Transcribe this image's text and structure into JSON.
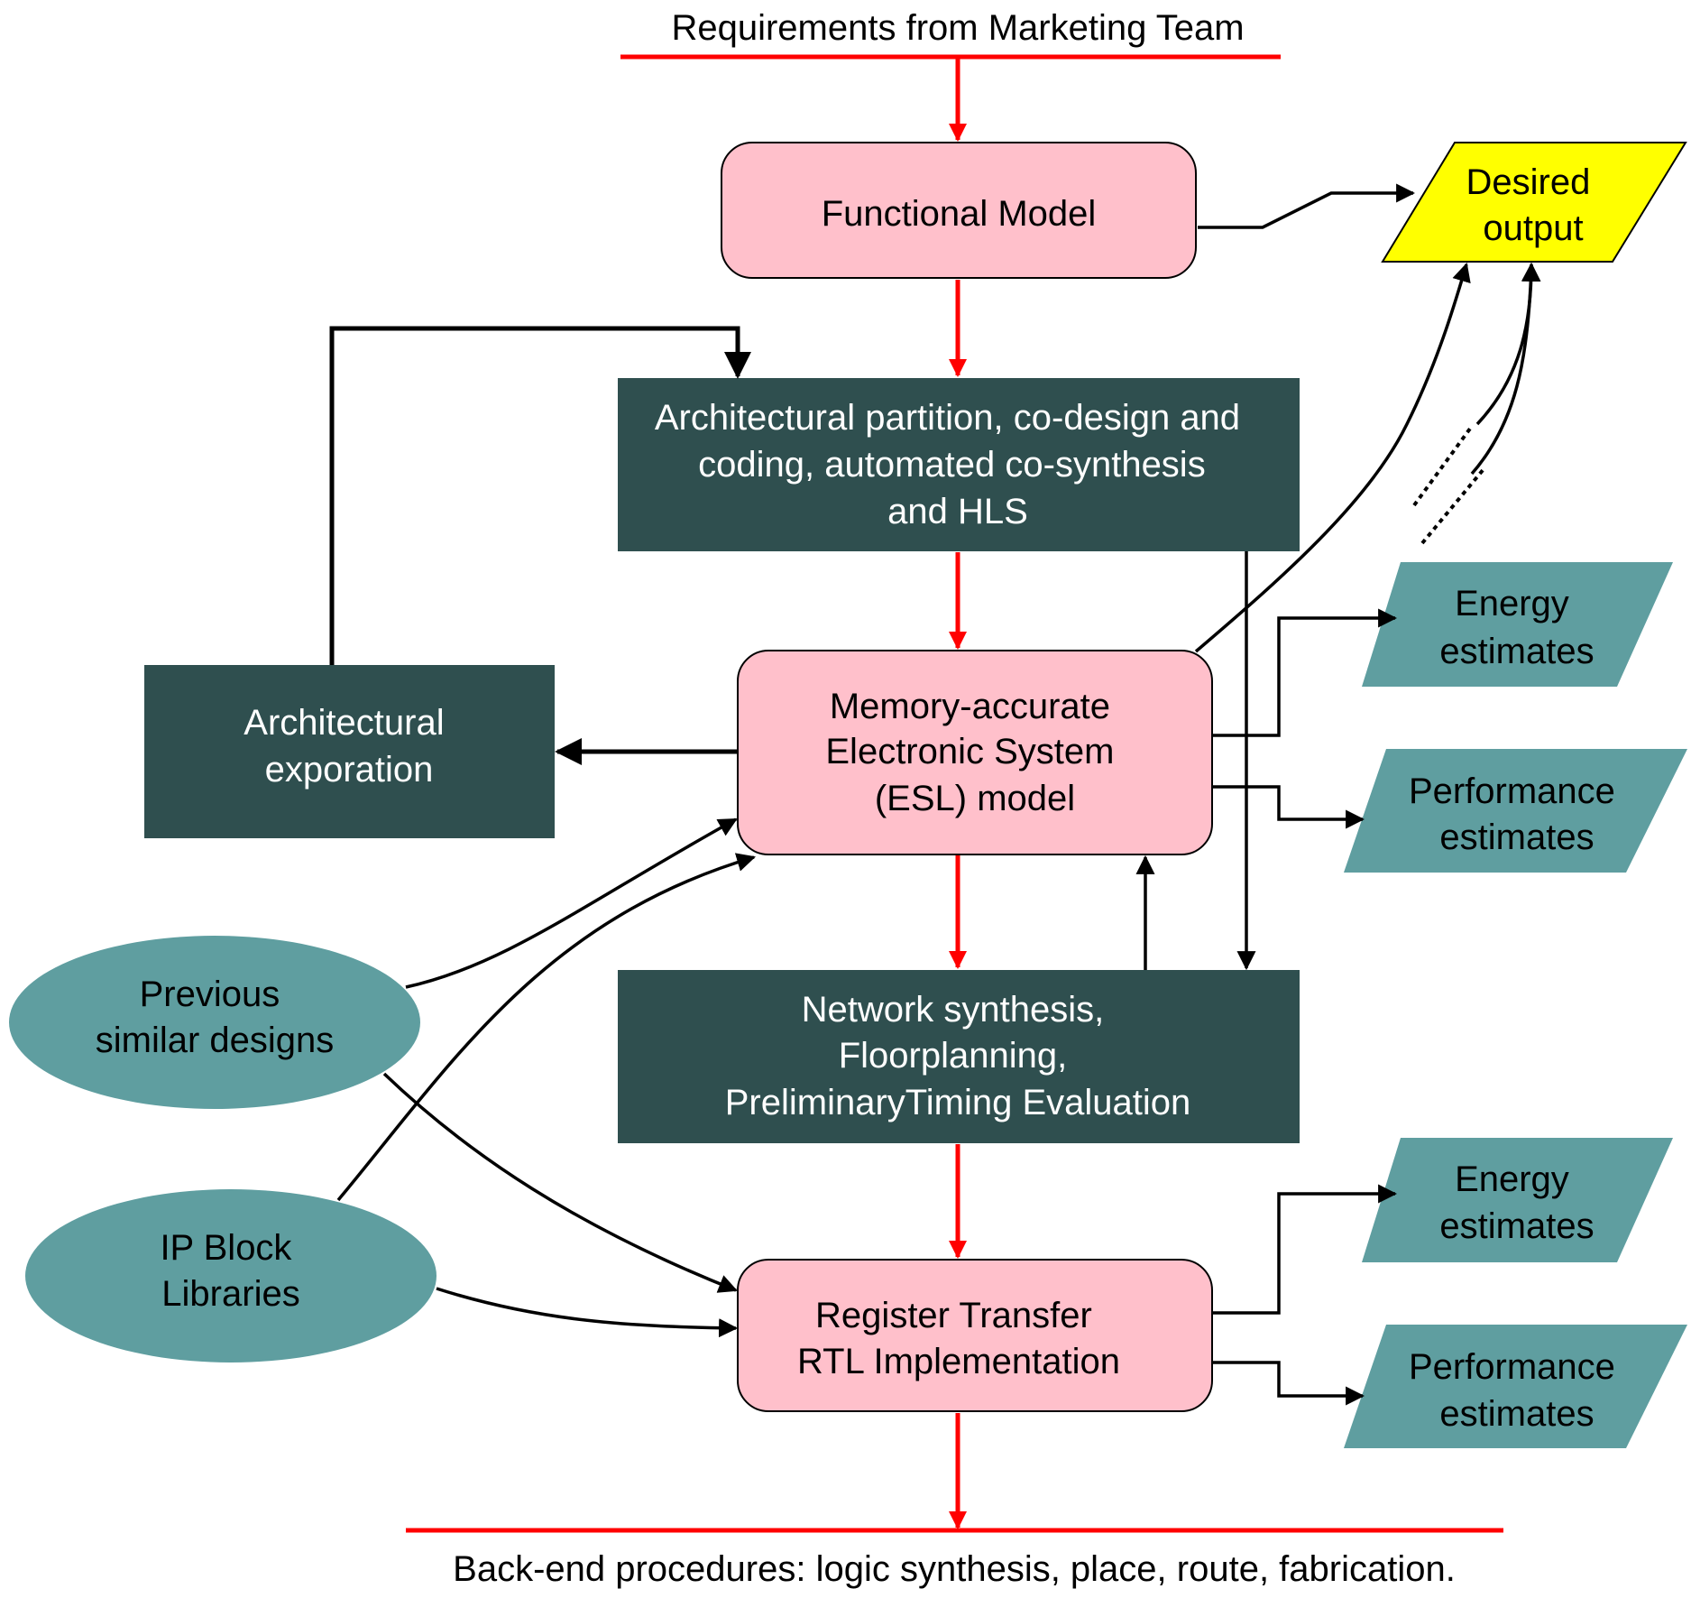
{
  "colors": {
    "pink_box": "#ffc0cb",
    "dark_box": "#2f4f4f",
    "teal_shape": "#5f9ea0",
    "yellow_output": "#ffff00",
    "flow_arrow": "#ff0000",
    "link_arrow": "#000000"
  },
  "top_label": "Requirements from Marketing Team",
  "bottom_label": "Back-end procedures: logic synthesis, place, route, fabrication.",
  "nodes": {
    "functional_model": {
      "lines": [
        "Functional Model"
      ]
    },
    "arch_partition": {
      "lines": [
        "Architectural partition, co-design and",
        "coding, automated co-synthesis",
        "and HLS"
      ]
    },
    "arch_exploration": {
      "lines": [
        "Architectural",
        "exporation"
      ]
    },
    "esl_model": {
      "lines": [
        "Memory-accurate",
        "Electronic System",
        "(ESL) model"
      ]
    },
    "network_synthesis": {
      "lines": [
        "Network synthesis,",
        "Floorplanning,",
        "PreliminaryTiming Evaluation"
      ]
    },
    "rtl": {
      "lines": [
        "Register Transfer",
        "RTL Implementation"
      ]
    },
    "previous_designs": {
      "lines": [
        "Previous",
        "similar designs"
      ]
    },
    "ip_libraries": {
      "lines": [
        "IP Block",
        "Libraries"
      ]
    },
    "desired_output": {
      "lines": [
        "Desired",
        "output"
      ]
    },
    "energy_1": {
      "lines": [
        "Energy",
        "estimates"
      ]
    },
    "performance_1": {
      "lines": [
        "Performance",
        "estimates"
      ]
    },
    "energy_2": {
      "lines": [
        "Energy",
        "estimates"
      ]
    },
    "performance_2": {
      "lines": [
        "Performance",
        "estimates"
      ]
    }
  }
}
